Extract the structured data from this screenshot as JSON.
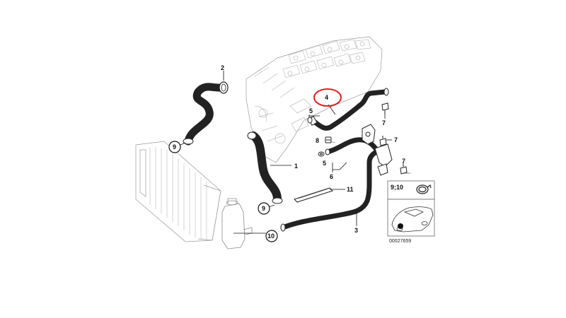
{
  "labels": {
    "p1": "1",
    "p2": "2",
    "p3": "3",
    "p4": "4",
    "p5a": "5",
    "p5b": "5",
    "p6": "6",
    "p7a": "7",
    "p7b": "7",
    "p7c": "7",
    "p8": "8",
    "p9a": "9",
    "p9b": "9",
    "p10": "10",
    "p11": "11",
    "inset": "9;10"
  },
  "diagram_code": "00027659",
  "highlight_color": "#e02020"
}
